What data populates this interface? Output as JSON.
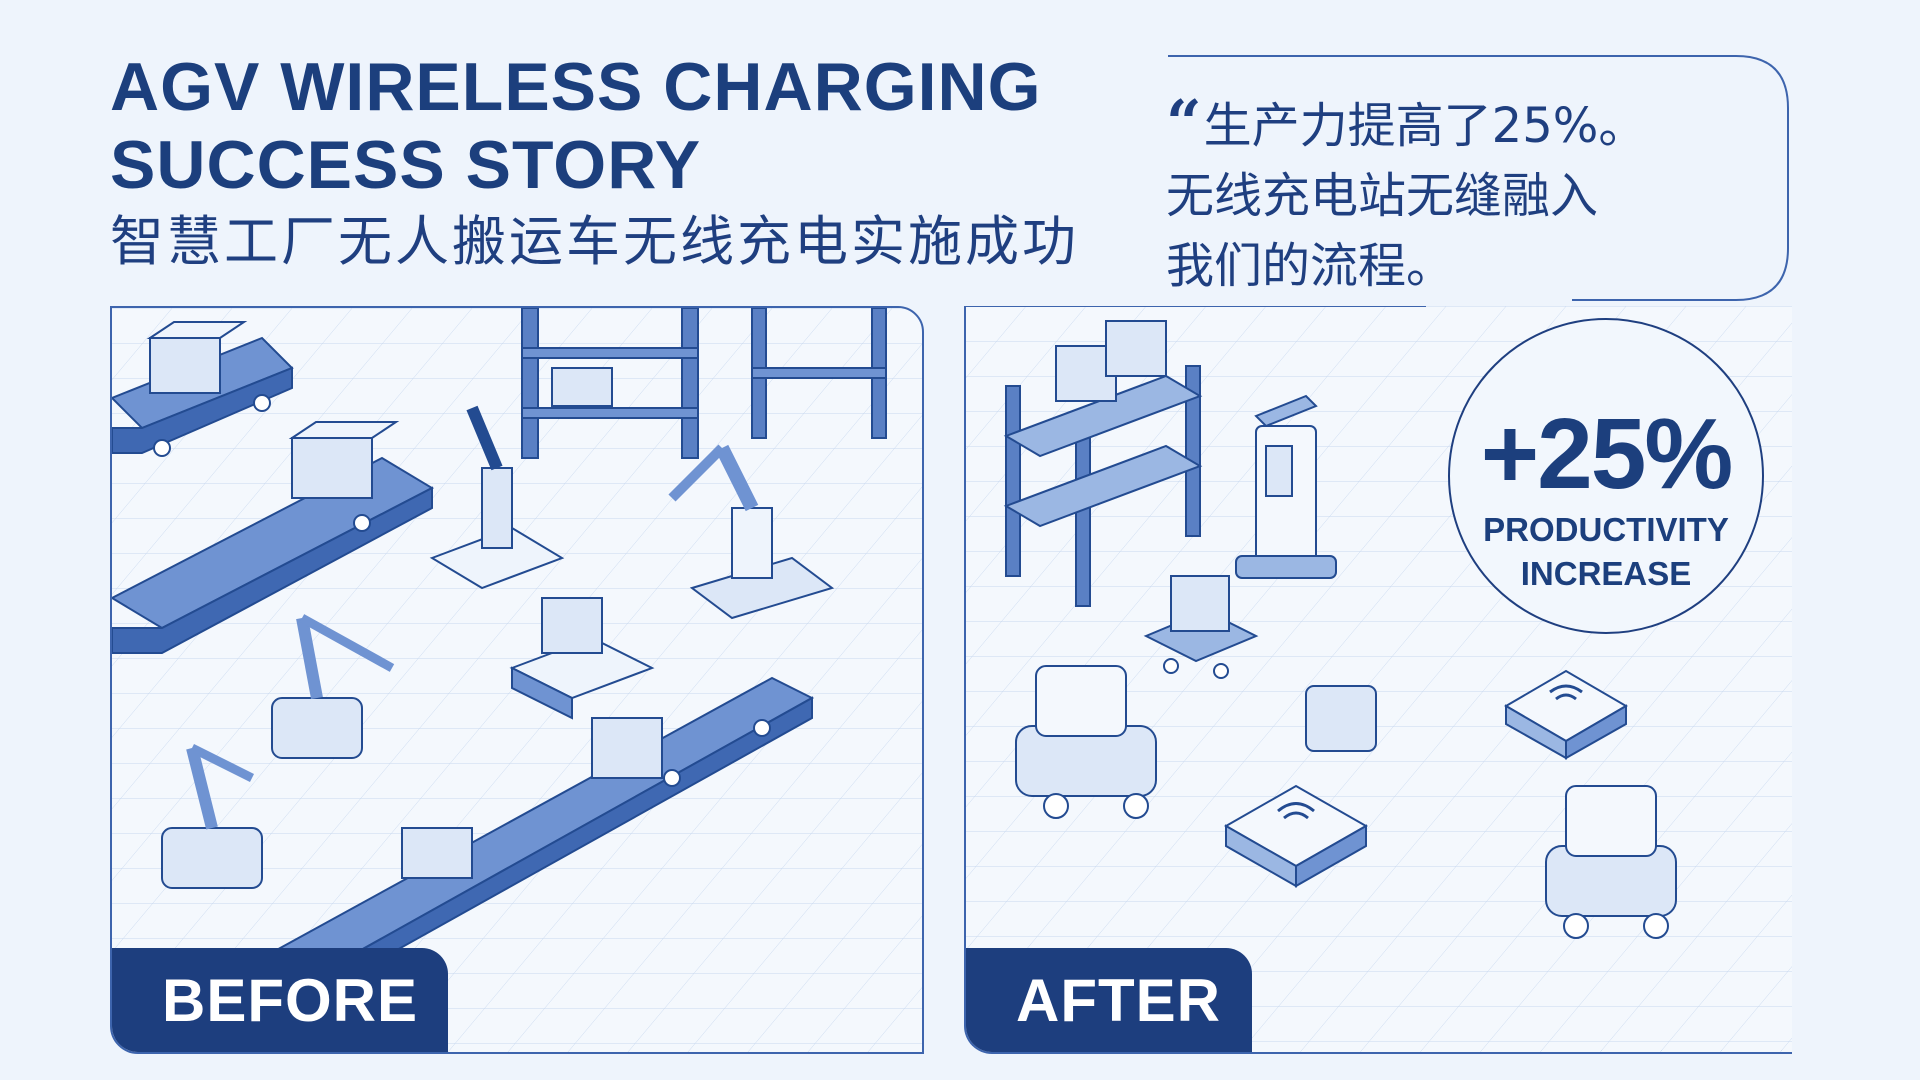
{
  "header": {
    "title_line1": "AGV WIRELESS CHARGING",
    "title_line2": "SUCCESS STORY",
    "subtitle": "智慧工厂无人搬运车无线充电实施成功"
  },
  "quote": {
    "mark": "“",
    "line1": "生产力提高了25%。",
    "line2": "无线充电站无缝融入",
    "line3": "我们的流程。"
  },
  "panels": {
    "before_label": "BEFORE",
    "after_label": "AFTER"
  },
  "badge": {
    "value": "+25%",
    "label_line1": "PRODUCTIVITY",
    "label_line2": "INCREASE"
  },
  "colors": {
    "navy": "#1c3f7d",
    "blue": "#3d64ad",
    "light_blue": "#9bb7e3",
    "background": "#eef4fc"
  }
}
